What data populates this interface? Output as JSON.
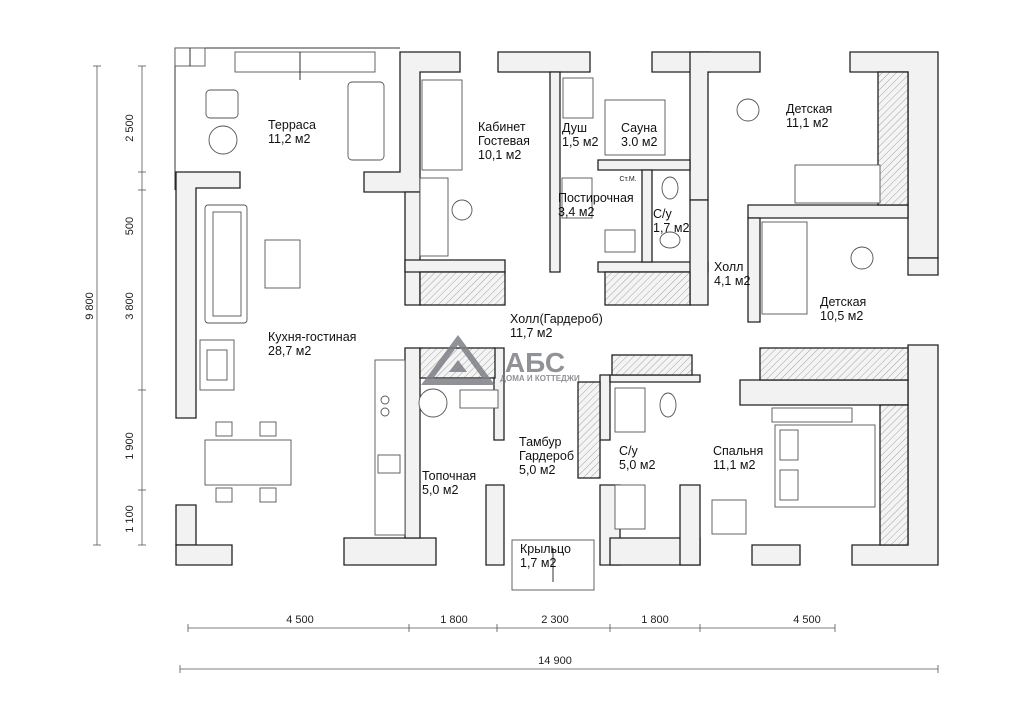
{
  "rooms": [
    {
      "id": "terrace",
      "name": "Терраса",
      "area": "11,2 м2"
    },
    {
      "id": "office",
      "name": "Кабинет\nГостевая",
      "area": "10,1 м2"
    },
    {
      "id": "shower",
      "name": "Душ",
      "area": "1,5 м2"
    },
    {
      "id": "sauna",
      "name": "Сауна",
      "area": "3.0 м2"
    },
    {
      "id": "laundry",
      "name": "Постирочная",
      "area": "3,4 м2"
    },
    {
      "id": "wc1",
      "name": "С/у",
      "area": "1,7 м2"
    },
    {
      "id": "kids1",
      "name": "Детская",
      "area": "11,1 м2"
    },
    {
      "id": "hall_small",
      "name": "Холл",
      "area": "4,1 м2"
    },
    {
      "id": "kids2",
      "name": "Детская",
      "area": "10,5 м2"
    },
    {
      "id": "living",
      "name": "Кухня-гостиная",
      "area": "28,7 м2"
    },
    {
      "id": "hall_main",
      "name": "Холл(Гардероб)",
      "area": "11,7 м2"
    },
    {
      "id": "boiler",
      "name": "Топочная",
      "area": "5,0 м2"
    },
    {
      "id": "vestibule",
      "name": "Тамбур\nГардероб",
      "area": "5,0 м2"
    },
    {
      "id": "wc2",
      "name": "С/у",
      "area": "5,0 м2"
    },
    {
      "id": "bedroom",
      "name": "Спальня",
      "area": "11,1 м2"
    },
    {
      "id": "porch",
      "name": "Крыльцо",
      "area": "1,7 м2"
    }
  ],
  "dimensions": {
    "total_height": "9 800",
    "left": [
      "2 500",
      "500",
      "3 800",
      "1 900",
      "1 100"
    ],
    "bottom": [
      "4 500",
      "1 800",
      "2 300",
      "1 800",
      "4 500"
    ],
    "total_width": "14 900"
  },
  "washer_mark": "Ст.М.",
  "logo": {
    "title": "АБС",
    "subtitle": "ДОМА И КОТТЕДЖИ",
    "color": "#7d7f86"
  }
}
